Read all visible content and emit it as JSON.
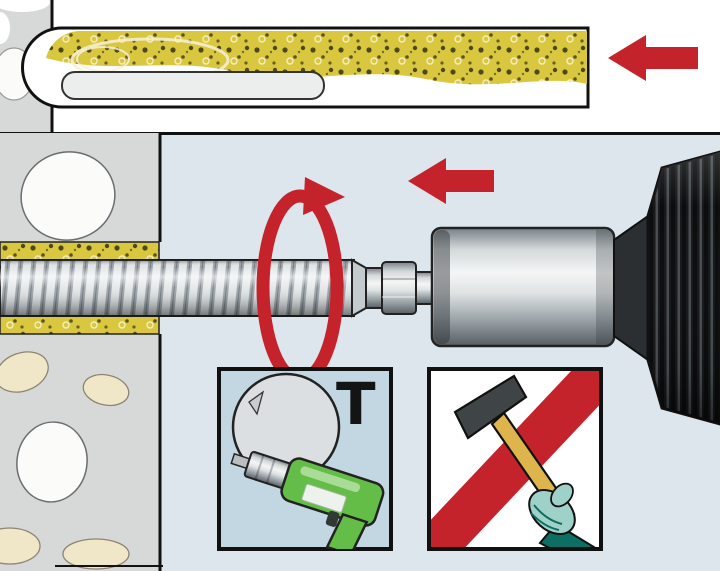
{
  "figure": {
    "kind": "installation-instruction-diagram"
  },
  "inset_left": {
    "symbol": "T"
  },
  "icons": {
    "top_arrow": "left-arrow",
    "feed_arrow": "left-arrow",
    "rotation_arrow": "clockwise-rotation-ellipse-arrow",
    "prohibition_stripe": "diagonal-red-stripe",
    "allowed_tool": "rotary-drill",
    "forbidden_tool": "hammer"
  },
  "palette": {
    "bg_top": "#ffffff",
    "bg_main": "#dde6ec",
    "wall": "#d7d9d9",
    "disc_gray": "#dcdfe1",
    "stone_white": "#fbfbfa",
    "stone_beige": "#f0e6c8",
    "resin_yellow": "#d9c73f",
    "resin_dot": "#4e4a18",
    "arrow_red": "#c4232c",
    "rod_light": "#e2e6e7",
    "rod_dark": "#99a1a6",
    "chuck_black": "#161819",
    "inset_left_bg": "#c3d7e3",
    "inset_right_bg": "#ffffff",
    "drill_green": "#63bd47",
    "hammer_head": "#3f4447",
    "hammer_handle": "#ddb54c",
    "glove_teal": "#9ed2c9",
    "sleeve_teal": "#0d6e63",
    "outline": "#111111"
  }
}
